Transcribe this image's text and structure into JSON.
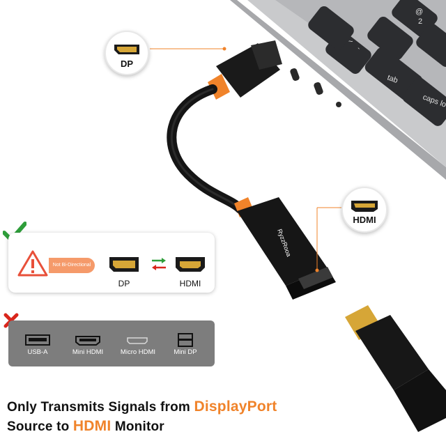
{
  "brand": "RyzzRooa",
  "callouts": {
    "dp": "DP",
    "hdmi": "HDMI"
  },
  "warning_panel": {
    "badge": "Not Bi-Directional",
    "left_label": "DP",
    "right_label": "HDMI"
  },
  "unsupported_panel": {
    "ports": [
      "USB-A",
      "Mini HDMI",
      "Micro HDMI",
      "Mini DP"
    ]
  },
  "keyboard": {
    "keys": [
      "@",
      "2",
      "~",
      "`",
      "tab",
      "caps lo"
    ]
  },
  "headline": {
    "line1_prefix": "Only Transmits Signals from ",
    "line1_accent": "DisplayPort",
    "line2_prefix": "Source to ",
    "line2_accent": "HDMI",
    "line2_suffix": " Monitor"
  },
  "colors": {
    "accent": "#f0832a",
    "check": "#2e9e3a",
    "cross": "#d9261c",
    "warning": "#e8503a",
    "panel_gray": "#7d7d7d"
  }
}
